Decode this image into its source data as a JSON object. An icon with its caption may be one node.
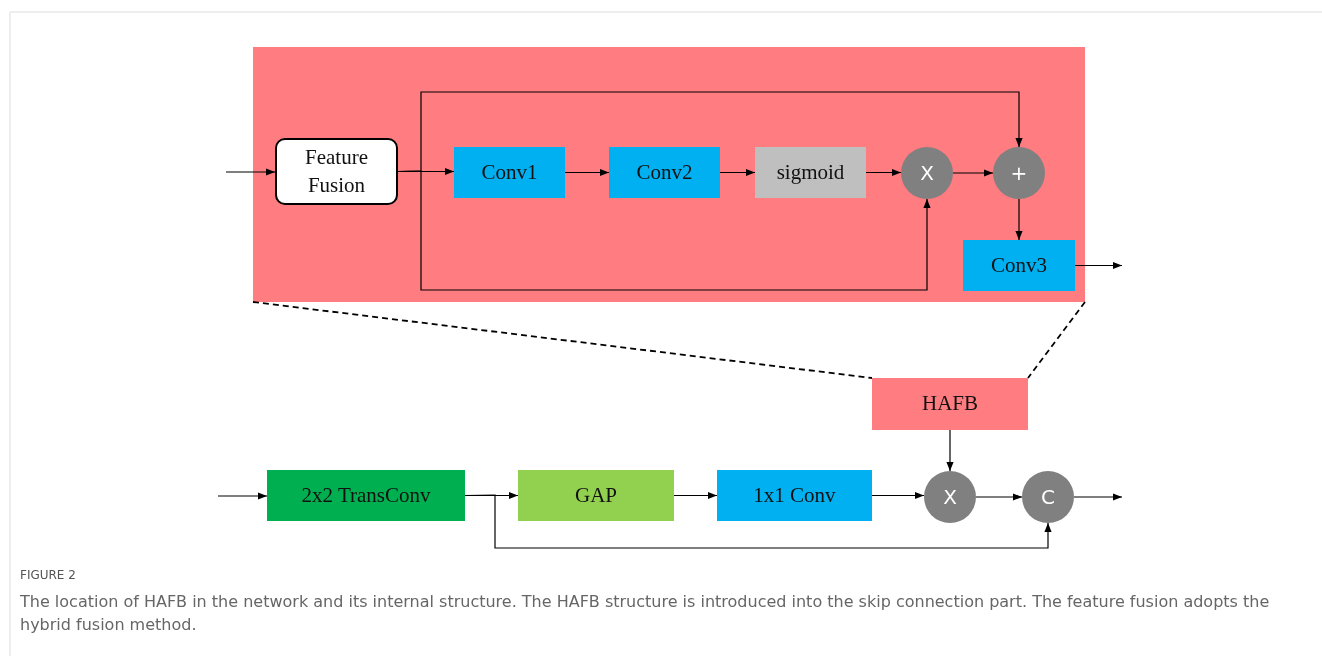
{
  "diagram": {
    "title": "FIGURE 2",
    "caption": "The location of HAFB in the network and its internal structure. The HAFB structure is introduced into the skip connection part. The feature fusion adopts the hybrid fusion method.",
    "nodes": [
      {
        "text": [],
        "shape": "box"
      },
      {
        "text": [
          "Feature Fusion"
        ],
        "in": 0
      },
      {
        "text": [
          "Conv1"
        ],
        "in": 0
      },
      {
        "text": [
          "Conv2"
        ],
        "in": 0
      },
      {
        "text": [
          "sigmoid"
        ],
        "in": 0
      },
      {
        "text": [
          "X"
        ],
        "in": 0
      },
      {
        "text": [
          "+"
        ],
        "in": 0
      },
      {
        "text": [
          "Conv3"
        ],
        "in": 0
      },
      {
        "text": [
          "HAFB"
        ]
      },
      {
        "text": [
          "2x2 TransConv"
        ]
      },
      {
        "text": [
          "GAP"
        ]
      },
      {
        "text": [
          "1x1 Conv"
        ]
      },
      {
        "text": [
          "X"
        ]
      },
      {
        "text": [
          "C"
        ]
      }
    ],
    "edges": [
      {
        "from": null,
        "to": 1,
        "arrow": "to"
      },
      {
        "from": 1,
        "to": 2,
        "arrow": "to"
      },
      {
        "from": 1,
        "to": 6,
        "arrow": "to"
      },
      {
        "from": 1,
        "to": 5,
        "arrow": "to"
      },
      {
        "from": 2,
        "to": 3,
        "arrow": "to"
      },
      {
        "from": 3,
        "to": 4,
        "arrow": "to"
      },
      {
        "from": 4,
        "to": 5,
        "arrow": "to"
      },
      {
        "from": 5,
        "to": 6,
        "arrow": "to"
      },
      {
        "from": 6,
        "to": 7,
        "arrow": "to"
      },
      {
        "from": 7,
        "to": null,
        "arrow": "to"
      },
      {
        "from": 0,
        "to": 8,
        "arrow": "none",
        "style": "dashed"
      },
      {
        "from": 0,
        "to": 8,
        "arrow": "none",
        "style": "dashed"
      },
      {
        "from": null,
        "to": 9,
        "arrow": "to"
      },
      {
        "from": 9,
        "to": 10,
        "arrow": "to"
      },
      {
        "from": 9,
        "to": 13,
        "arrow": "to"
      },
      {
        "from": 10,
        "to": 11,
        "arrow": "to"
      },
      {
        "from": 11,
        "to": 12,
        "arrow": "to"
      },
      {
        "from": 8,
        "to": 12,
        "arrow": "to"
      },
      {
        "from": 12,
        "to": 13,
        "arrow": "to"
      },
      {
        "from": 13,
        "to": null,
        "arrow": "to"
      }
    ]
  }
}
